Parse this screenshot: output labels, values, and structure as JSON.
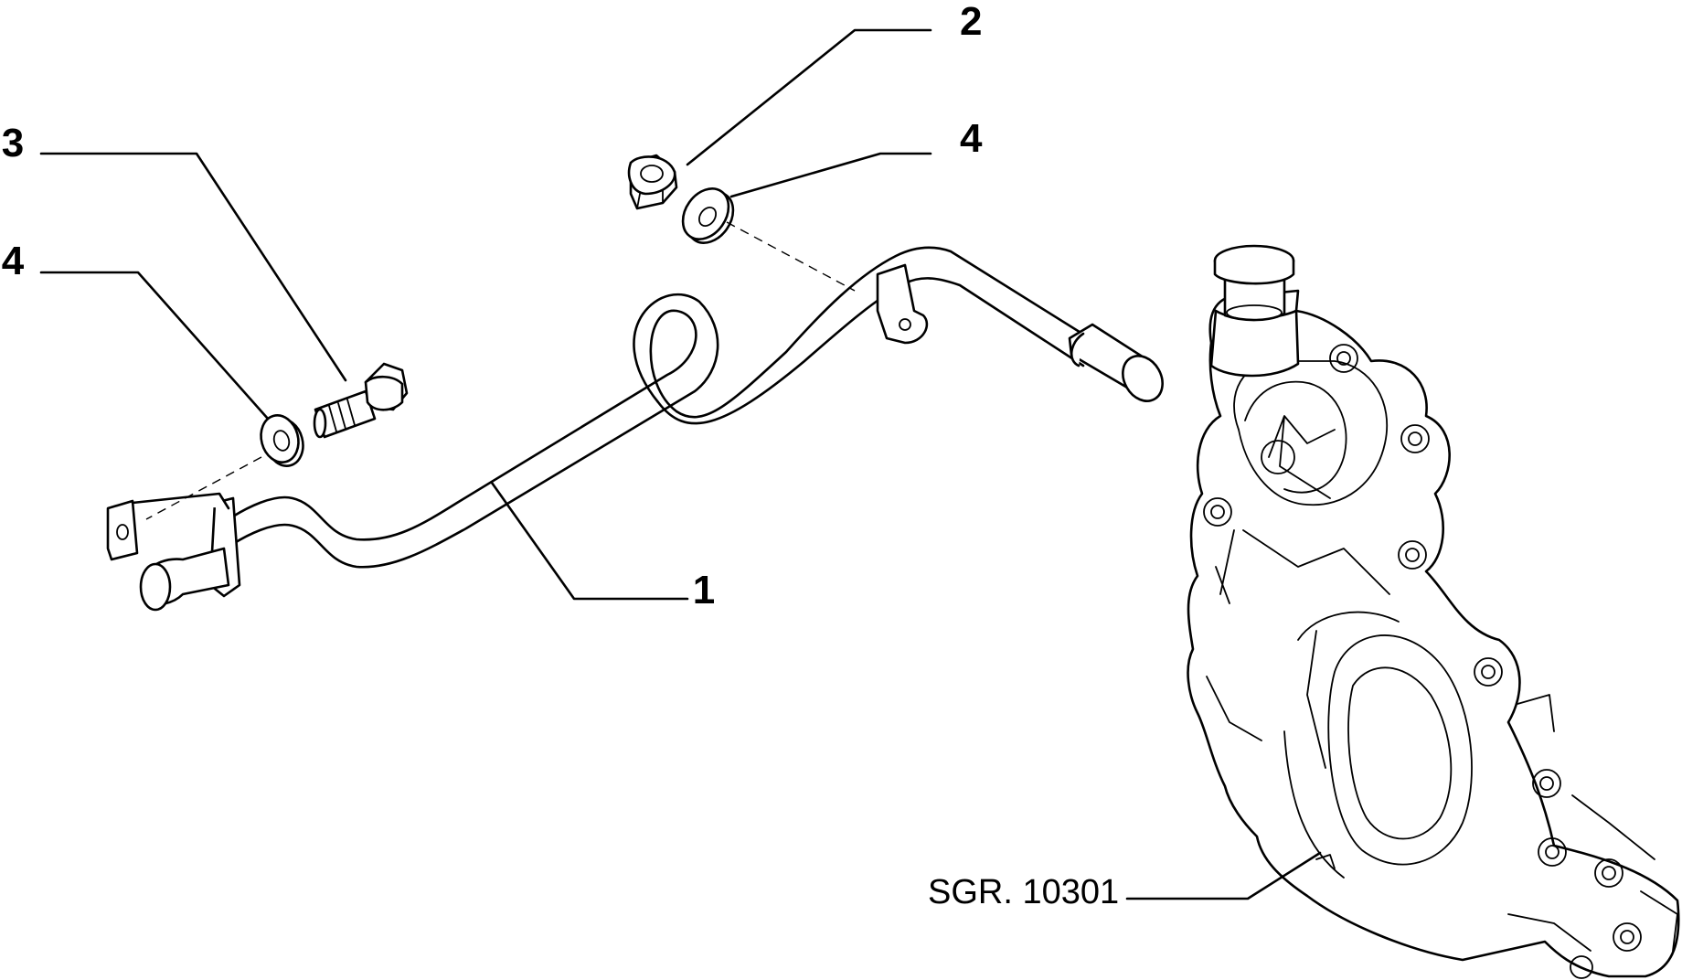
{
  "callouts": {
    "label_1": "1",
    "label_2": "2",
    "label_3": "3",
    "label_4_left": "4",
    "label_4_right": "4",
    "reference": "SGR. 10301"
  }
}
